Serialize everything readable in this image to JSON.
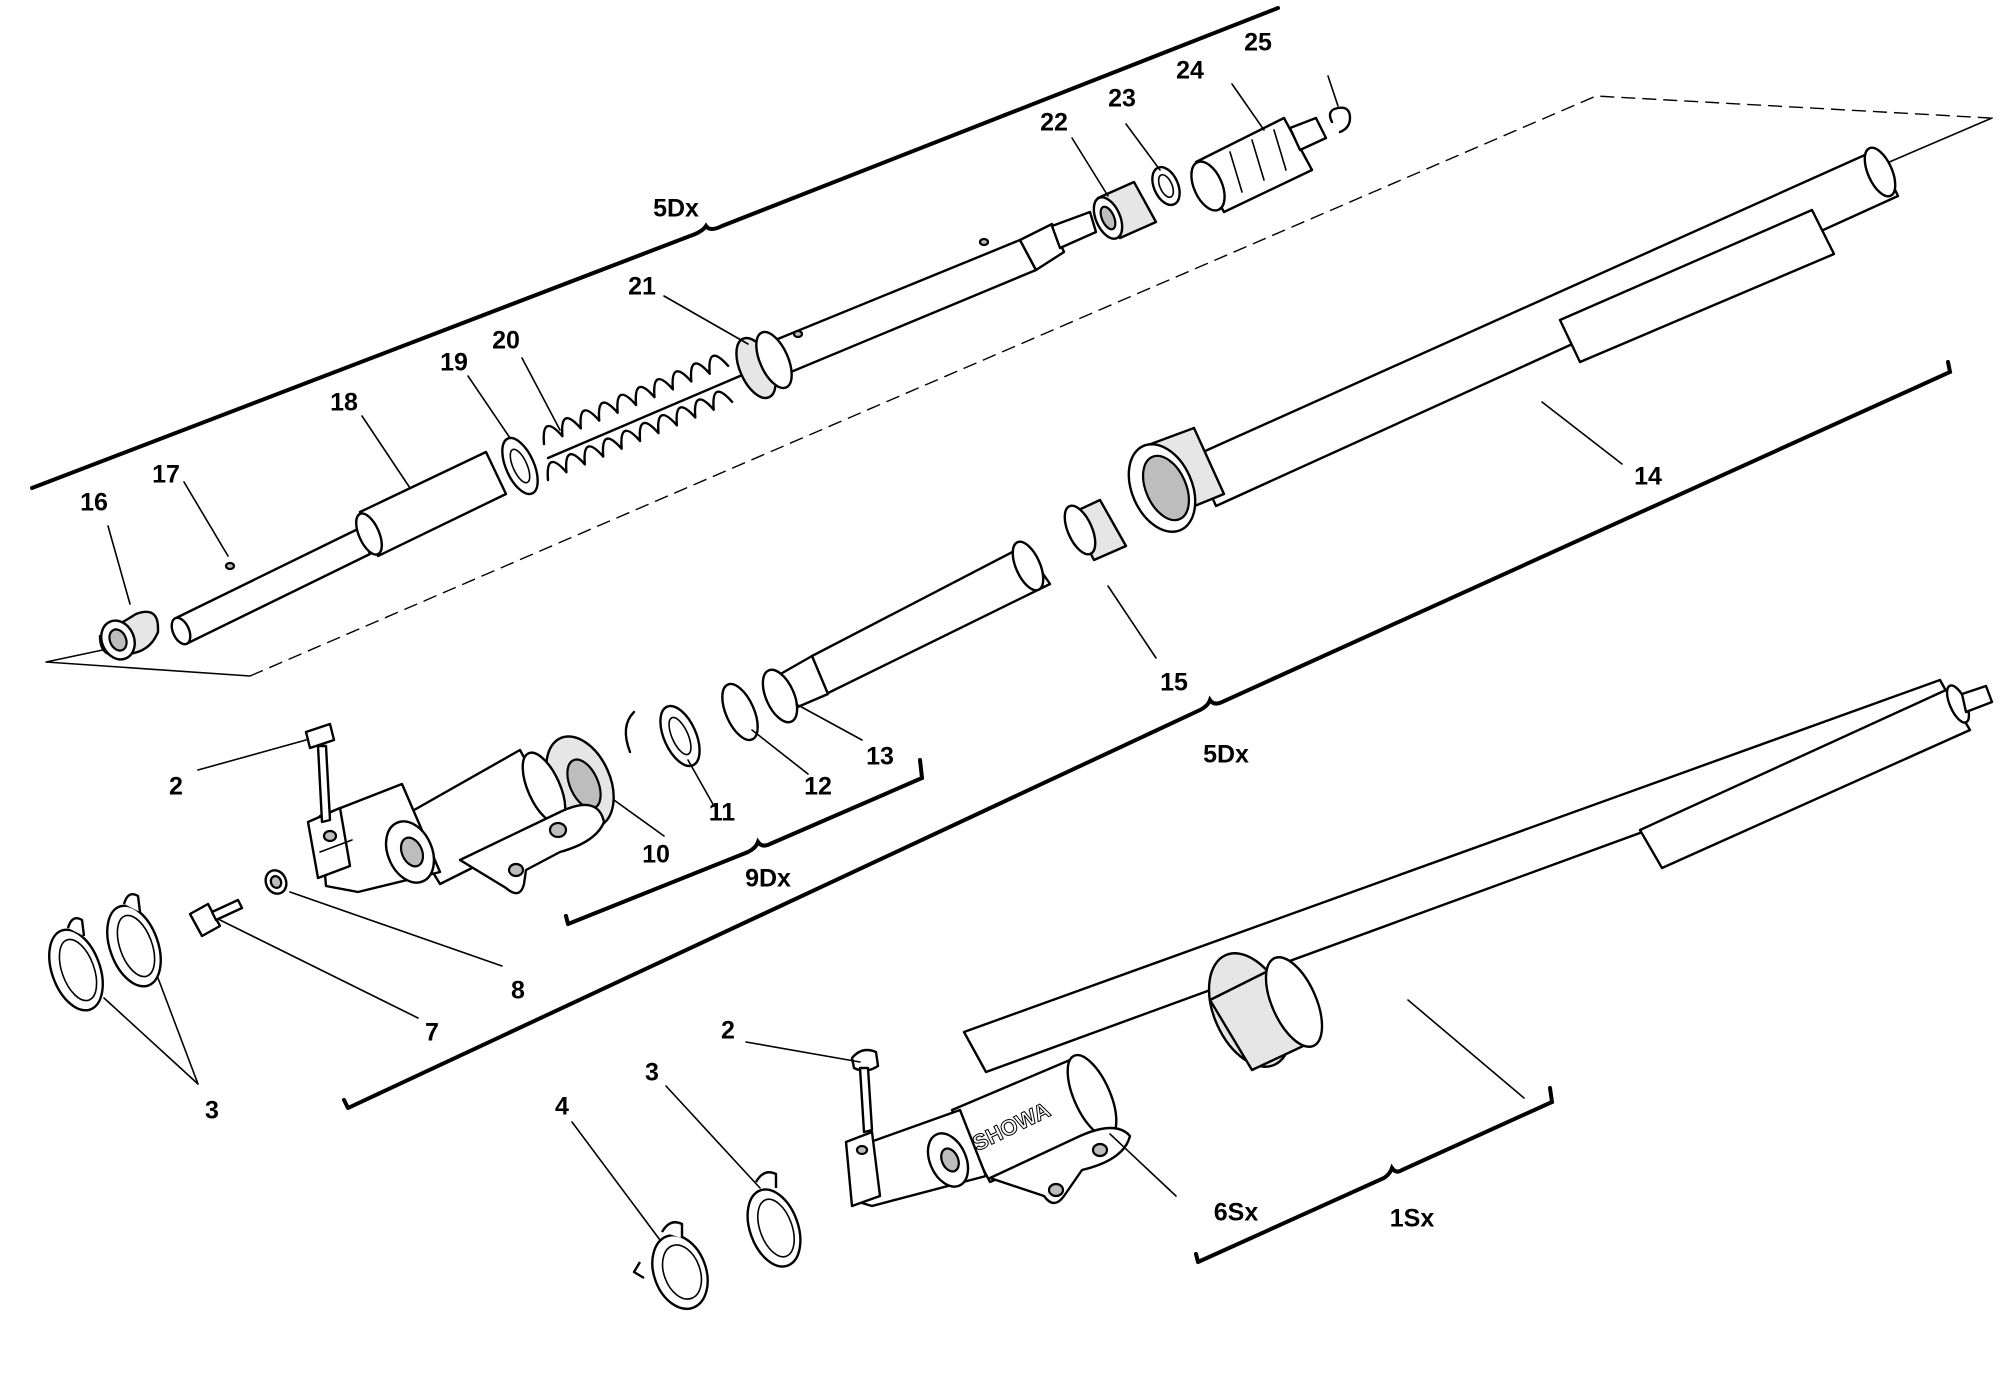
{
  "callouts": [
    {
      "id": "c25",
      "text": "25"
    },
    {
      "id": "c24",
      "text": "24"
    },
    {
      "id": "c23",
      "text": "23"
    },
    {
      "id": "c22",
      "text": "22"
    },
    {
      "id": "c5dx-top",
      "text": "5Dx"
    },
    {
      "id": "c21",
      "text": "21"
    },
    {
      "id": "c20",
      "text": "20"
    },
    {
      "id": "c19",
      "text": "19"
    },
    {
      "id": "c18",
      "text": "18"
    },
    {
      "id": "c17",
      "text": "17"
    },
    {
      "id": "c16",
      "text": "16"
    },
    {
      "id": "c14",
      "text": "14"
    },
    {
      "id": "c15",
      "text": "15"
    },
    {
      "id": "c5dx-mid",
      "text": "5Dx"
    },
    {
      "id": "c13",
      "text": "13"
    },
    {
      "id": "c12",
      "text": "12"
    },
    {
      "id": "c11",
      "text": "11"
    },
    {
      "id": "c10",
      "text": "10"
    },
    {
      "id": "c9dx",
      "text": "9Dx"
    },
    {
      "id": "c2-top",
      "text": "2"
    },
    {
      "id": "c8",
      "text": "8"
    },
    {
      "id": "c7",
      "text": "7"
    },
    {
      "id": "c3-left",
      "text": "3"
    },
    {
      "id": "c2-bottom",
      "text": "2"
    },
    {
      "id": "c3-bottom",
      "text": "3"
    },
    {
      "id": "c4",
      "text": "4"
    },
    {
      "id": "c6sx",
      "text": "6Sx"
    },
    {
      "id": "c1sx",
      "text": "1Sx"
    }
  ],
  "brand_mark": "SHOWA",
  "colors": {
    "ink": "#000000",
    "paper": "#ffffff",
    "shade": "#e6e6e6"
  }
}
